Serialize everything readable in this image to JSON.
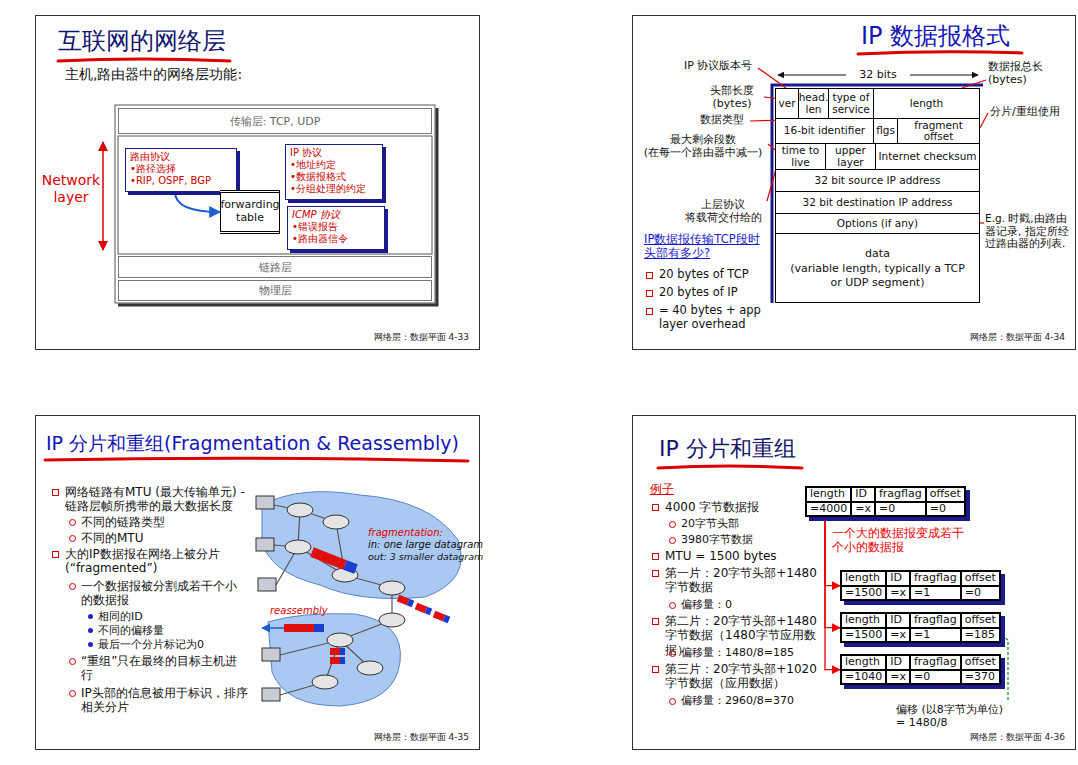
{
  "diagram": {
    "nodes": [
      {
        "text": [
          "互联网的网络层",
          "网络层：数据平面 4-33"
        ]
      },
      {
        "text": [
          "传输层: TCP, UDP"
        ],
        "in": 0
      },
      {
        "text": [
          "路由协议",
          "•路径选择",
          "•RIP, OSPF, BGP"
        ],
        "in": 0
      },
      {
        "text": [
          "IP 协议",
          "•地址约定",
          "•数据报格式",
          "•分组处理的约定"
        ],
        "in": 0
      },
      {
        "text": [
          "forwarding table"
        ],
        "in": 0
      },
      {
        "text": [
          "ICMP 协议",
          "•错误报告",
          "•路由器信令"
        ],
        "in": 0
      },
      {
        "text": [
          "链路层"
        ],
        "in": 0
      },
      {
        "text": [
          "物理层"
        ],
        "in": 0
      },
      {
        "text": [
          "IP 数据报格式",
          "网络层：数据平面 4-34"
        ]
      },
      {
        "text": [
          "ver"
        ],
        "in": 8
      },
      {
        "text": [
          "head. len"
        ],
        "in": 8
      },
      {
        "text": [
          "type of service"
        ],
        "in": 8
      },
      {
        "text": [
          "length"
        ],
        "in": 8
      },
      {
        "text": [
          "16-bit identifier"
        ],
        "in": 8
      },
      {
        "text": [
          "flgs"
        ],
        "in": 8
      },
      {
        "text": [
          "fragment offset"
        ],
        "in": 8
      },
      {
        "text": [
          "time to live"
        ],
        "in": 8
      },
      {
        "text": [
          "upper layer"
        ],
        "in": 8
      },
      {
        "text": [
          "Internet checksum"
        ],
        "in": 8
      },
      {
        "text": [
          "32 bit source IP address"
        ],
        "in": 8
      },
      {
        "text": [
          "32 bit destination IP address"
        ],
        "in": 8
      },
      {
        "text": [
          "Options (if any)"
        ],
        "in": 8
      },
      {
        "text": [
          "data",
          "(variable length, typically a TCP or UDP segment)"
        ],
        "in": 8
      },
      {
        "text": [
          "IP 分片和重组(Fragmentation & Reassembly)",
          "网络层：数据平面 4-35"
        ]
      },
      {
        "text": [
          "IP 分片和重组",
          "网络层：数据平面 4-36"
        ]
      },
      {
        "text": [
          "length",
          "ID",
          "fragflag",
          "offset",
          "=4000",
          "=x",
          "=0",
          "=0"
        ],
        "in": 24
      },
      {
        "text": [
          "length",
          "ID",
          "fragflag",
          "offset",
          "=1500",
          "=x",
          "=1",
          "=0"
        ],
        "in": 24
      },
      {
        "text": [
          "length",
          "ID",
          "fragflag",
          "offset",
          "=1500",
          "=x",
          "=1",
          "=185"
        ],
        "in": 24
      },
      {
        "text": [
          "length",
          "ID",
          "fragflag",
          "offset",
          "=1040",
          "=x",
          "=0",
          "=370"
        ],
        "in": 24
      }
    ],
    "edges": [
      {
        "from": 2,
        "to": 4,
        "arrow": "to"
      },
      {
        "from": 25,
        "to": 26,
        "arrow": "to"
      },
      {
        "from": 25,
        "to": 27,
        "arrow": "to"
      },
      {
        "from": 25,
        "to": 28,
        "arrow": "to"
      }
    ],
    "labels": [
      "主机,路由器中的网络层功能:",
      "Network layer",
      "32 bits",
      "IP 协议版本号",
      "头部长度 (bytes)",
      "数据类型",
      "最大剩余段数 (在每一个路由器中减一)",
      "上层协议 将载荷交付给的",
      "数据报总长 (bytes)",
      "分片/重组使用",
      "E.g. 时戳,由路由器记录, 指定所经过路由器的列表.",
      "IP数据报传输TCP段时头部有多少?",
      "20 bytes of TCP",
      "20 bytes of IP",
      "= 40 bytes + app layer overhead",
      "网络链路有MTU (最大传输单元) -链路层帧所携带的最大数据长度",
      "不同的链路类型",
      "不同的MTU",
      "大的IP数据报在网络上被分片 (“fragmented”)",
      "一个数据报被分割成若干个小的数据报",
      "相同的ID",
      "不同的偏移量",
      "最后一个分片标记为0",
      "“重组”只在最终的目标主机进行",
      "IP头部的信息被用于标识，排序相关分片",
      "fragmentation:",
      "in: one large datagram",
      "out: 3 smaller datagram",
      "reassembly",
      "例子",
      "4000 字节数据报",
      "20字节头部",
      "3980字节数据",
      "MTU = 1500 bytes",
      "第一片：20字节头部+1480字节数据",
      "偏移量：0",
      "第二片：20字节头部+1480字节数据（1480字节应用数据）",
      "偏移量：1480/8=185",
      "第三片：20字节头部+1020字节数据（应用数据）",
      "偏移量：2960/8=370",
      "一个大的数据报变成若干个小的数据报",
      "偏移 (以8字节为单位) = 1480/8"
    ]
  }
}
